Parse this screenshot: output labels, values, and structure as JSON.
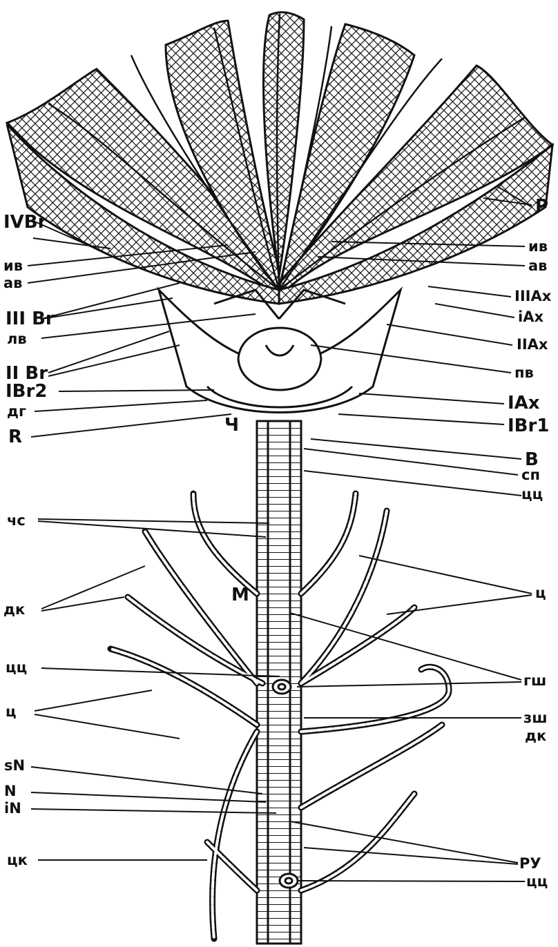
{
  "figure": {
    "ink_color": "#111111",
    "paper_color": "#ffffff",
    "labels_left": {
      "IVBr": "IVBr",
      "iv": "ив",
      "av": "ав",
      "IIIBr": "III Br",
      "lv": "лв",
      "IIBr": "II Br",
      "IBr2": "IBr2",
      "dg": "дг",
      "R": "R",
      "ch_top": "Ч",
      "chs": "чс",
      "dk": "дк",
      "M": "М",
      "tsts": "цц",
      "ts": "ц",
      "sN": "sN",
      "N": "N",
      "iN": "iN",
      "tsk": "цк"
    },
    "labels_right": {
      "P": "P",
      "iv": "ив",
      "av": "ав",
      "IIIAx": "IIIAx",
      "iAx": "iAx",
      "IIAx": "IIAx",
      "pv": "пв",
      "IAx": "IAx",
      "IBr1": "IBr1",
      "B": "B",
      "sp": "сп",
      "tsts": "цц",
      "ts": "ц",
      "gsh": "гш",
      "zsh": "зш",
      "dk": "дк",
      "ru": "РУ",
      "tsts_bottom": "цц"
    }
  }
}
